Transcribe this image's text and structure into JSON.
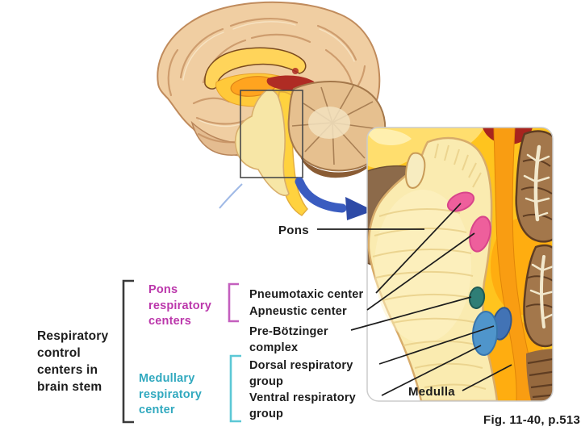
{
  "figure": {
    "caption": "Fig. 11-40, p.513",
    "group_title": "Respiratory\ncontrol\ncenters in\nbrain stem"
  },
  "legend": {
    "pons_group_label": "Pons\nrespiratory\ncenters",
    "medullary_group_label": "Medullary\nrespiratory\ncenter"
  },
  "labels": {
    "pons": "Pons",
    "pneumotaxic": "Pneumotaxic center",
    "apneustic": "Apneustic center",
    "prebotzinger": "Pre-Bötzinger\ncomplex",
    "dorsal": "Dorsal respiratory\ngroup",
    "ventral": "Ventral respiratory\ngroup",
    "medulla": "Medulla"
  },
  "icons": {
    "zoom_arrow": "magnify-arrow-icon",
    "inset_source_box": "inset-source-box"
  },
  "colors": {
    "magenta_text": "#bb37ab",
    "teal_text": "#31a9bf",
    "magenta_bracket": "#c45fbe",
    "cyan_bracket": "#5cc8d6",
    "black_bracket": "#3a3a3a",
    "pink_marker": "#ee5f9c",
    "teal_marker": "#2f7e76",
    "dorsal_blue_marker": "#4273b5",
    "ventral_blue_marker": "#4f95cb",
    "arrow_blue": "#3457b4",
    "brain_cortex": "#f0cea2",
    "pons_pale": "#faebb0",
    "inset_yellow": "#ffc41e",
    "cerebellum_brown": "#a3774b"
  }
}
